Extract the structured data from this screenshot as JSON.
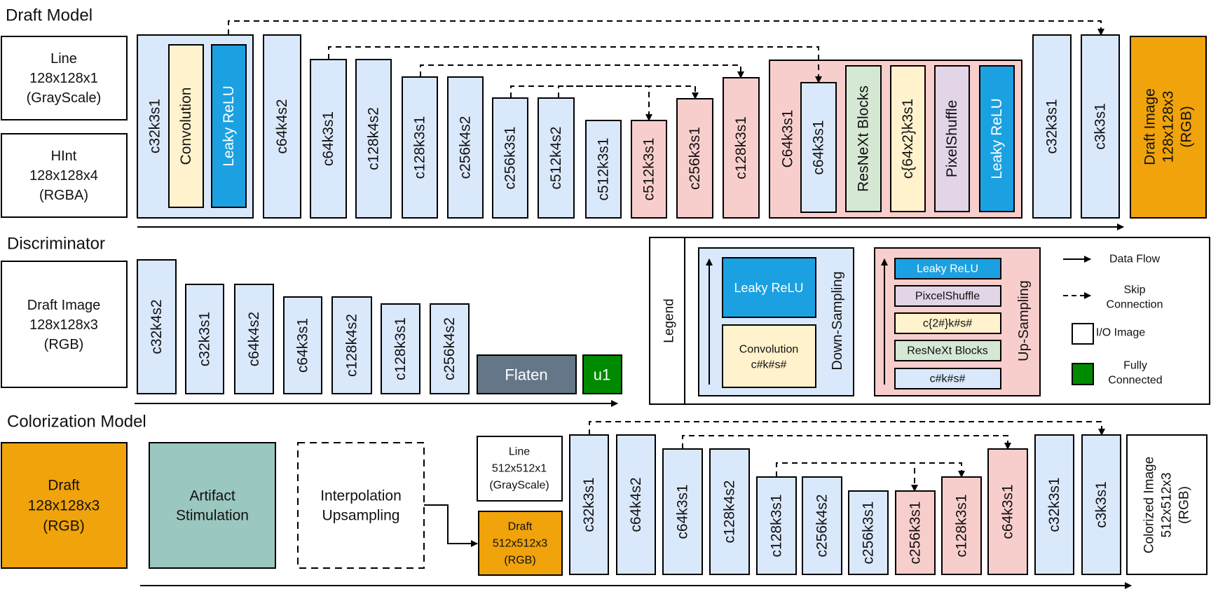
{
  "sections": {
    "draft": "Draft Model",
    "discriminator": "Discriminator",
    "colorization": "Colorization Model"
  },
  "colors": {
    "conv_blue": "#dae8fc",
    "upsample_red": "#f8cecc",
    "leaky_relu": "#1ba1e2",
    "convolution_yellow": "#fff2cc",
    "resnext_green": "#d5e8d4",
    "pixelshuffle_purple": "#e1d5e7",
    "io_orange": "#f0a30a",
    "artifact_teal": "#9ac7bf",
    "flatten_grey": "#647687",
    "fully_connected": "#008a00"
  },
  "draft_model": {
    "input_line": [
      "Line",
      "128x128x1",
      "(GrayScale)"
    ],
    "input_hint": [
      "HInt",
      "128x128x4",
      "(RGBA)"
    ],
    "first_block": {
      "label": "c32k3s1",
      "inner": [
        "Convolution",
        "Leaky ReLU"
      ]
    },
    "encoder": [
      "c64k4s2",
      "c64k3s1",
      "c128k4s2",
      "c128k3s1",
      "c256k4s2",
      "c256k3s1",
      "c512k4s2",
      "c512k3s1"
    ],
    "decoder": [
      "c512k3s1",
      "c256k3s1",
      "c128k3s1"
    ],
    "upblock": {
      "label": "C64k3s1",
      "inner": [
        "c64k3s1",
        "ResNeXt Blocks",
        "c{64x2}k3s1",
        "PixelShuffle",
        "Leaky ReLU"
      ]
    },
    "tail": [
      "c32k3s1",
      "c3k3s1"
    ],
    "output": [
      "Draft Image",
      "128x128x3",
      "(RGB)"
    ]
  },
  "discriminator": {
    "input": [
      "Draft Image",
      "128x128x3",
      "(RGB)"
    ],
    "layers": [
      "c32k4s2",
      "c32k3s1",
      "c64k4s2",
      "c64k3s1",
      "c128k4s2",
      "c128k3s1",
      "c256k4s2"
    ],
    "flatten": "Flaten",
    "fc": "u1"
  },
  "legend": {
    "title": "Legend",
    "down_title": "Down-Sampling",
    "down_items": [
      "Leaky ReLU",
      "Convolution",
      "c#k#s#"
    ],
    "up_title": "Up-Sampling",
    "up_items": [
      "Leaky ReLU",
      "PixcelShuffle",
      "c{2#}k#s#",
      "ResNeXt Blocks",
      "c#k#s#"
    ],
    "keys": [
      {
        "label": [
          "Data Flow"
        ]
      },
      {
        "label": [
          "Skip",
          "Connection"
        ]
      },
      {
        "label": [
          "I/O Image"
        ]
      },
      {
        "label": [
          "Fully",
          "Connected"
        ]
      }
    ]
  },
  "colorization_model": {
    "draft_input": [
      "Draft",
      "128x128x3",
      "(RGB)"
    ],
    "artifact": [
      "Artifact",
      "Stimulation"
    ],
    "interp": [
      "Interpolation",
      "Upsampling"
    ],
    "line_input": [
      "Line",
      "512x512x1",
      "(GrayScale)"
    ],
    "draft_small": [
      "Draft",
      "512x512x3",
      "(RGB)"
    ],
    "layers": [
      "c32k3s1",
      "c64k4s2",
      "c64k3s1",
      "c128k4s2",
      "c128k3s1",
      "c256k4s2",
      "c256k3s1",
      "c256k3s1",
      "c128k3s1",
      "c64k3s1",
      "c32k3s1",
      "c3k3s1"
    ],
    "output": [
      "Colorized Image",
      "512x512x3",
      "(RGB)"
    ]
  }
}
